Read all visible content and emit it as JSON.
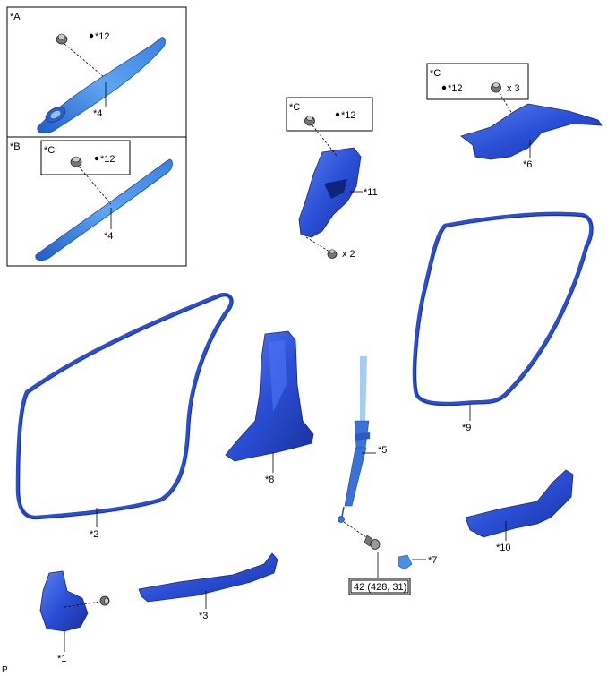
{
  "detail_frames": [
    {
      "key": "A",
      "label": "*A"
    },
    {
      "key": "B",
      "label": "*B"
    },
    {
      "key": "C1",
      "label": "*C"
    },
    {
      "key": "C2",
      "label": "*C"
    },
    {
      "key": "C3",
      "label": "*C"
    }
  ],
  "callouts": {
    "p1": "*1",
    "p2": "*2",
    "p3": "*3",
    "p4a": "*4",
    "p4b": "*4",
    "p5": "*5",
    "p6": "*6",
    "p7": "*7",
    "p8": "*8",
    "p9": "*9",
    "p10": "*10",
    "p11": "*11",
    "c12a": "*12",
    "c12b": "*12",
    "c12c": "*12",
    "c12d": "*12"
  },
  "quantities": {
    "q11": "x 2",
    "q6": "x 3"
  },
  "torque_spec": "42 (428, 31)",
  "corner_code": "P",
  "colors": {
    "part_fill": "#2a4fd6",
    "part_dark": "#1a2f9a",
    "part_light": "#5a7ff0",
    "pillar_light": "#4a8ee6",
    "belt_color": "#3a72d8"
  }
}
